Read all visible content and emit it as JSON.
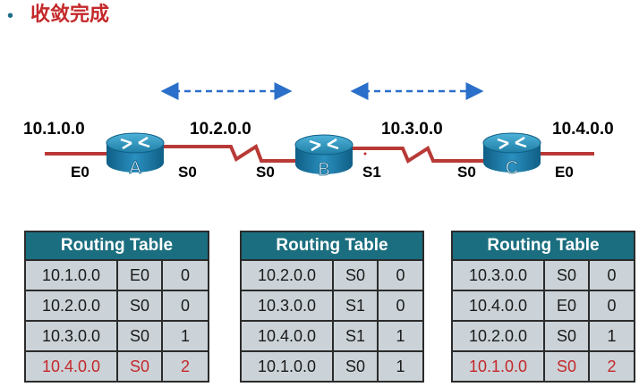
{
  "header": {
    "bullet": "•",
    "title": "收敛完成"
  },
  "diagram": {
    "networks": [
      "10.1.0.0",
      "10.2.0.0",
      "10.3.0.0",
      "10.4.0.0"
    ],
    "routers": [
      {
        "name": "A",
        "left_if": "E0",
        "right_if": "S0"
      },
      {
        "name": "B",
        "left_if": "S0",
        "right_if": "S1"
      },
      {
        "name": "C",
        "left_if": "S0",
        "right_if": "E0"
      }
    ]
  },
  "routing_tables": [
    {
      "title": "Routing Table",
      "rows": [
        {
          "net": "10.1.0.0",
          "iface": "E0",
          "hops": "0",
          "updated": false
        },
        {
          "net": "10.2.0.0",
          "iface": "S0",
          "hops": "0",
          "updated": false
        },
        {
          "net": "10.3.0.0",
          "iface": "S0",
          "hops": "1",
          "updated": false
        },
        {
          "net": "10.4.0.0",
          "iface": "S0",
          "hops": "2",
          "updated": true
        }
      ]
    },
    {
      "title": "Routing Table",
      "rows": [
        {
          "net": "10.2.0.0",
          "iface": "S0",
          "hops": "0",
          "updated": false
        },
        {
          "net": "10.3.0.0",
          "iface": "S1",
          "hops": "0",
          "updated": false
        },
        {
          "net": "10.4.0.0",
          "iface": "S1",
          "hops": "1",
          "updated": false
        },
        {
          "net": "10.1.0.0",
          "iface": "S0",
          "hops": "1",
          "updated": false
        }
      ]
    },
    {
      "title": "Routing Table",
      "rows": [
        {
          "net": "10.3.0.0",
          "iface": "S0",
          "hops": "0",
          "updated": false
        },
        {
          "net": "10.4.0.0",
          "iface": "E0",
          "hops": "0",
          "updated": false
        },
        {
          "net": "10.2.0.0",
          "iface": "S0",
          "hops": "1",
          "updated": false
        },
        {
          "net": "10.1.0.0",
          "iface": "S0",
          "hops": "2",
          "updated": true
        }
      ]
    }
  ],
  "colors": {
    "link": "#b83a36",
    "arrow": "#2a6fc9",
    "router": "#1f7ea5",
    "table_header": "#1b6e7f",
    "table_cell": "#cbd3d8",
    "update_text": "#c4282a"
  }
}
